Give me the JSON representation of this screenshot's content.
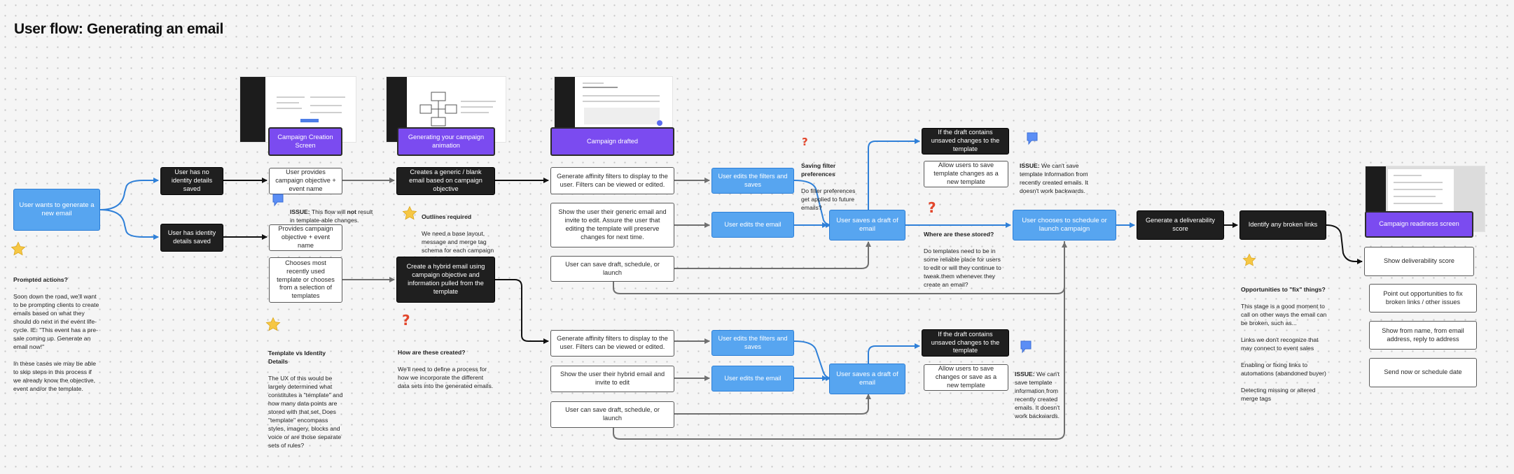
{
  "page": {
    "title": "User flow: Generating an email"
  },
  "colors": {
    "blue": "#57a5f0",
    "dark": "#1f1f1f",
    "purple": "#7b4bf0",
    "line": "#666666",
    "blue_line": "#2f80d8"
  },
  "icons": {
    "star": "star-icon",
    "comment": "comment-icon",
    "question": "question-icon"
  },
  "nodes": {
    "start": "User wants to generate a new email",
    "no_identity": "User has no identity details saved",
    "has_identity": "User has identity details saved",
    "provides_obj_event": "User provides campaign objective + event name",
    "provides_obj": "Provides campaign objective + event name",
    "chooses_template": "Chooses most recently used template or chooses from a selection of templates",
    "generic_email": "Creates a generic / blank email based on campaign objective",
    "hybrid_email": "Create a hybrid email using campaign objective and information pulled from the template",
    "campaign_creation": "Campaign Creation Screen",
    "generating_anim": "Generating your campaign animation",
    "campaign_drafted": "Campaign drafted",
    "affinity_top": "Generate affinity filters to display to the user. Filters can be viewed or edited.",
    "generic_show": "Show the user their generic email and invite to edit. Assure the user that editing the template will preserve changes for next time.",
    "save_top": "User can save draft, schedule, or launch",
    "edits_filters_top": "User edits the filters and saves",
    "edits_email_top": "User edits the email",
    "saves_draft_top": "User saves a draft of email",
    "unsaved_top": "If the draft contains unsaved changes to the template",
    "allow_save_top": "Allow users to save template changes as a new template",
    "schedule": "User chooses to schedule or launch campaign",
    "deliverability": "Generate a deliverability score",
    "broken_links": "Identify any broken links",
    "readiness": "Campaign readiness screen",
    "show_score": "Show deliverability score",
    "fix_links": "Point out opportunities to fix broken links / other issues",
    "from_name": "Show from name, from email address, reply to address",
    "send_now": "Send now or schedule date",
    "affinity_bottom": "Generate affinity filters to display to the user. Filters can be viewed or edited.",
    "hybrid_show": "Show the user their hybrid email and invite to edit",
    "save_bottom": "User can save draft, schedule, or launch",
    "edits_filters_bottom": "User edits the filters and saves",
    "edits_email_bottom": "User edits the email",
    "saves_draft_bottom": "User saves a draft of email",
    "unsaved_bottom": "If the draft contains unsaved changes to the template",
    "allow_save_bottom": "Allow users to save changes or save as a new template"
  },
  "notes": {
    "prompted_title": "Prompted actions?",
    "prompted_body": "Soon down the road, we'll want to be prompting clients to create emails based on what they should do next in the event life-cycle. IE: \"This event has a pre-sale coming up. Generate an email now!\"\n\nIn these cases we may be able to skip steps in this process if we already know the objective, event and/or the template.",
    "issue1_label": "ISSUE:",
    "issue1_pre": " This flow will ",
    "issue1_bold": "not",
    "issue1_post": " result in template-able changes.",
    "outlines_title": "Outlines required",
    "outlines_body": "We need a base layout, message and merge tag schema for each campaign objective",
    "template_title": "Template vs Identity Details",
    "template_body": "The UX of this would be largely determined what constitutes a \"template\" and how many data points are stored with that set. Does \"template\" encompass styles, imagery, blocks and voice or are those separate sets of rules?",
    "how_title": "How are these created?",
    "how_body": "We'll need to define a process for how we incorporate the different data sets into the generated emails.",
    "filter_title": "Saving filter preferences",
    "filter_body": "Do filter preferences get applied to future emails?",
    "stored_title": "Where are these stored?",
    "stored_body": "Do templates need to be in some reliable place for users to edit or will they continue to tweak them whenever they create an email?",
    "issue2_label": "ISSUE:",
    "issue2_body": " We can't save template information from recently created emails. It doesn't work backwards.",
    "issue3_label": "ISSUE:",
    "issue3_body": " We can't save template information from recently created emails. It doesn't work backwards.",
    "fix_title": "Opportunities to \"fix\" things?",
    "fix_body": "This stage is a good moment to call on other ways the email can be broken, such as...\n\nLinks we don't recognize that may connect to event sales\n\nEnabling or fixing links to automations (abandoned buyer)\n\nDetecting missing or altered merge tags"
  }
}
